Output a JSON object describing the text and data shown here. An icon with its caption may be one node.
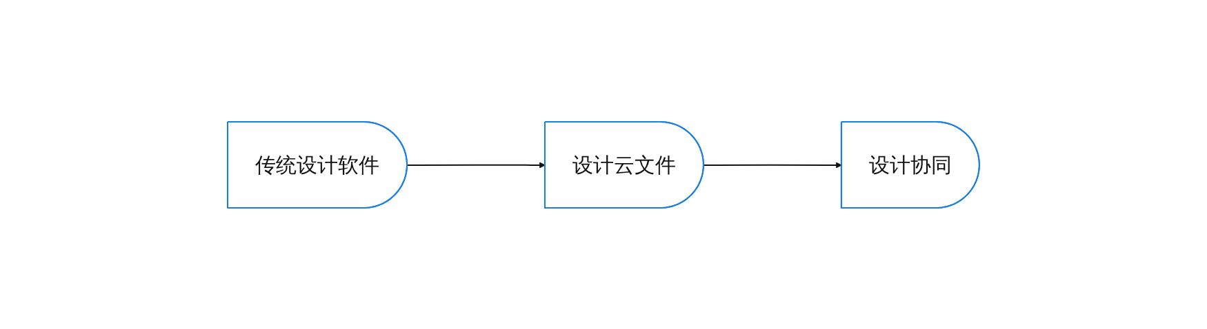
{
  "diagram": {
    "nodes": [
      {
        "text": [
          "传统设计软件"
        ]
      },
      {
        "text": [
          "设计云文件"
        ]
      },
      {
        "text": [
          "设计协同"
        ]
      }
    ],
    "edges": [
      {
        "from": 0,
        "to": 1,
        "arrow": "to"
      },
      {
        "from": 1,
        "to": 2,
        "arrow": "to"
      }
    ]
  }
}
